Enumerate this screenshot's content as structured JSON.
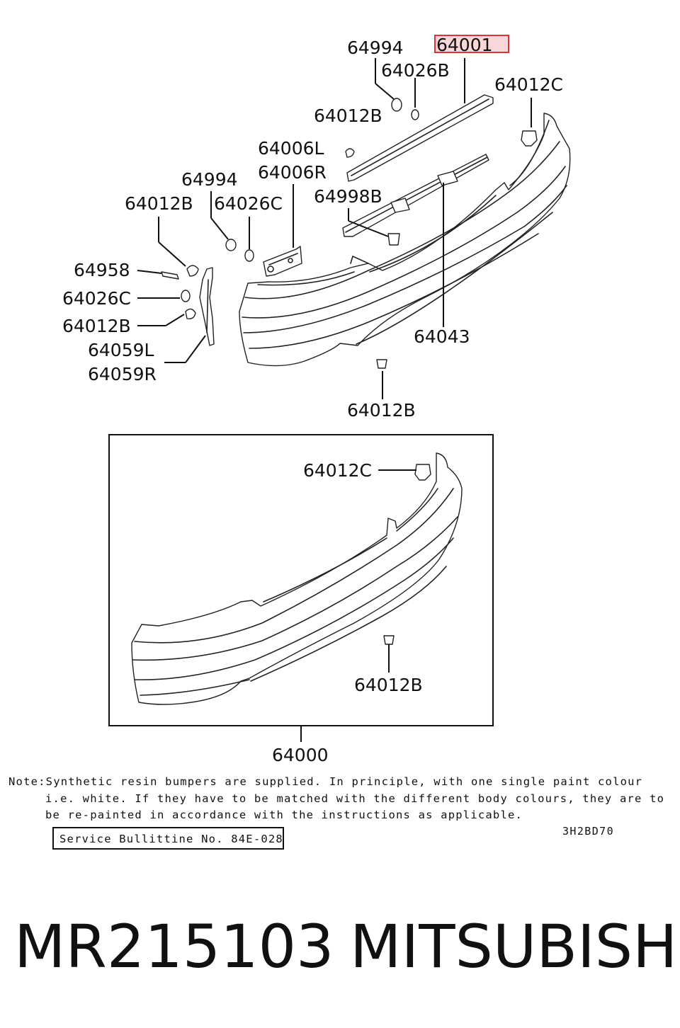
{
  "labels": {
    "l64994a": "64994",
    "l64001": "64001",
    "l64026b": "64026B",
    "l64012c_top": "64012C",
    "l64012b_a": "64012B",
    "l64006l": "64006L",
    "l64006r": "64006R",
    "l64994b": "64994",
    "l64998b": "64998B",
    "l64012b_b": "64012B",
    "l64026c_a": "64026C",
    "l64958": "64958",
    "l64026c_b": "64026C",
    "l64012b_c": "64012B",
    "l64059l": "64059L",
    "l64059r": "64059R",
    "l64043": "64043",
    "l64012b_d": "64012B",
    "l64012c_box": "64012C",
    "l64012b_box": "64012B",
    "l64000": "64000"
  },
  "note": {
    "line1": "Note:Synthetic resin bumpers are supplied. In principle, with one single paint colour",
    "line2": "i.e. white. If they have to be matched with the different body colours, they are to",
    "line3": "be re-painted in accordance with the instructions as applicable."
  },
  "service_bulletin": "Service Bullittine No. 84E-028",
  "diagram_code": "3H2BD70",
  "part_number": "MR215103",
  "brand": "MITSUBISHI",
  "highlight_color": "#e0303a",
  "highlight_fill": "#f9d6da"
}
